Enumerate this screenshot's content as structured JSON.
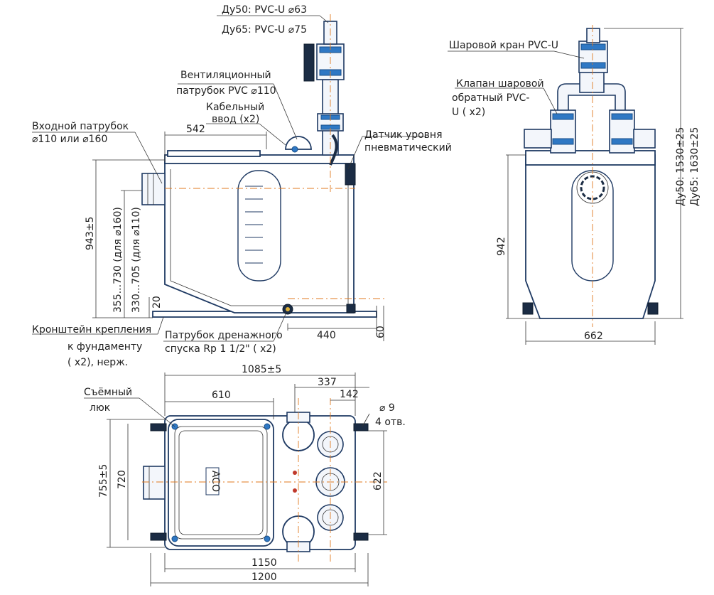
{
  "labels": {
    "dn50_pipe": "Ду50: PVC-U ⌀63",
    "dn65_pipe": "Ду65: PVC-U ⌀75",
    "vent_1": "Вентиляционный",
    "vent_2": "патрубок PVC ⌀110",
    "cable_1": "Кабельный",
    "cable_2": "ввод  (x2)",
    "inlet_1": "Входной патрубок",
    "inlet_2": "⌀110 или ⌀160",
    "sensor_1": "Датчик уровня",
    "sensor_2": "пневматический",
    "bracket_1": "Кронштейн  крепления",
    "bracket_2": "к фундаменту",
    "bracket_3": "( x2), нерж.",
    "drain_1": "Патрубок дренажного",
    "drain_2": "спуска Rp 1 1/2\" ( x2)",
    "ball_valve": "Шаровой кран PVC-U",
    "check_1": "Клапан шаровой",
    "check_2": "обратный PVC-",
    "check_3": "U ( x2)",
    "height_dn": "Ду50: 1530±25",
    "height_dn65": "Ду65: 1630±25",
    "hatch_1": "Съёмный",
    "hatch_2": "люк",
    "holes_1": "⌀ 9",
    "holes_2": "4 отв.",
    "logo": "ACO"
  },
  "dimensions": {
    "d542": "542",
    "d943": "943±5",
    "d355": "355...730 (для ⌀160)",
    "d330": "330...705 (для ⌀110)",
    "d20": "20",
    "d440": "440",
    "d60": "60",
    "d942": "942",
    "d662": "662",
    "d1085": "1085±5",
    "d610": "610",
    "d337": "337",
    "d142": "142",
    "d755": "755±5",
    "d720": "720",
    "d622": "622",
    "d1150": "1150",
    "d1200": "1200"
  },
  "colors": {
    "outline": "#1f3a63",
    "accent_blue": "#2f78c4",
    "dark_fittings": "#1b2c44",
    "axis_lines": "#e07a1f"
  }
}
